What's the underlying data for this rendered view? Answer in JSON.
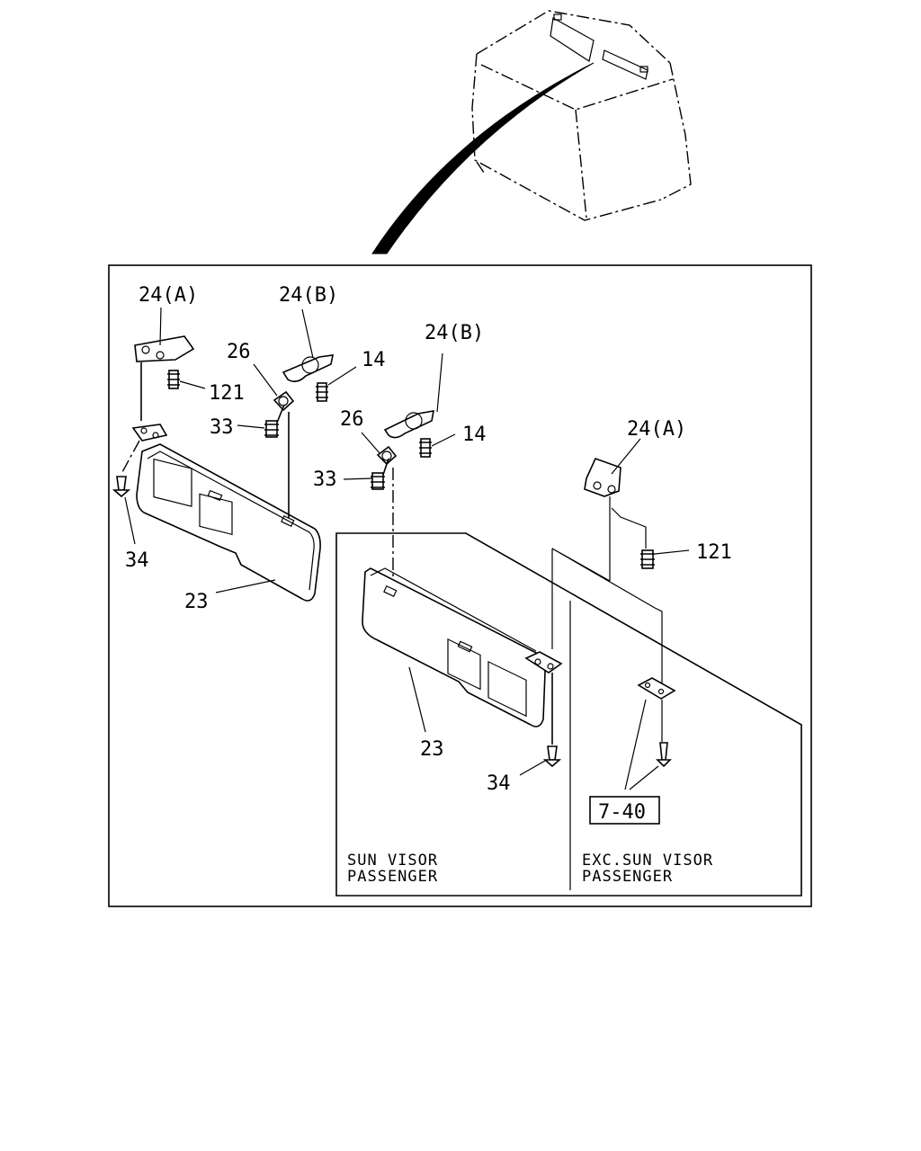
{
  "labels": {
    "l_24A_1": "24(A)",
    "l_24B_1": "24(B)",
    "l_24B_2": "24(B)",
    "l_24A_2": "24(A)",
    "l_26_1": "26",
    "l_26_2": "26",
    "l_14_1": "14",
    "l_14_2": "14",
    "l_121_1": "121",
    "l_121_2": "121",
    "l_33_1": "33",
    "l_33_2": "33",
    "l_34_1": "34",
    "l_34_2": "34",
    "l_23_1": "23",
    "l_23_2": "23",
    "ref": "7-40"
  },
  "captions": {
    "left_line1": "SUN VISOR",
    "left_line2": "PASSENGER",
    "right_line1": "EXC.SUN VISOR",
    "right_line2": "PASSENGER"
  }
}
